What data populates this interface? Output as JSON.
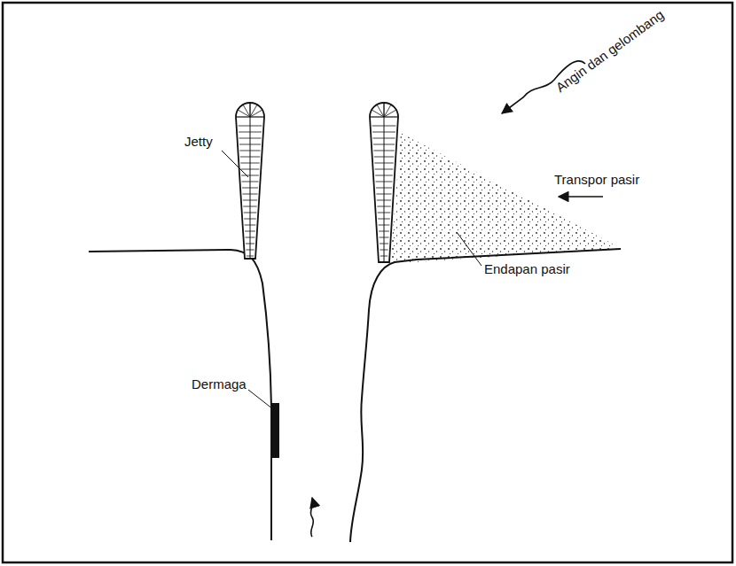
{
  "diagram": {
    "labels": [
      "Angin dan gelombang",
      "Jetty",
      "Transpor pasir",
      "Endapan pasir",
      "Dermaga"
    ]
  }
}
